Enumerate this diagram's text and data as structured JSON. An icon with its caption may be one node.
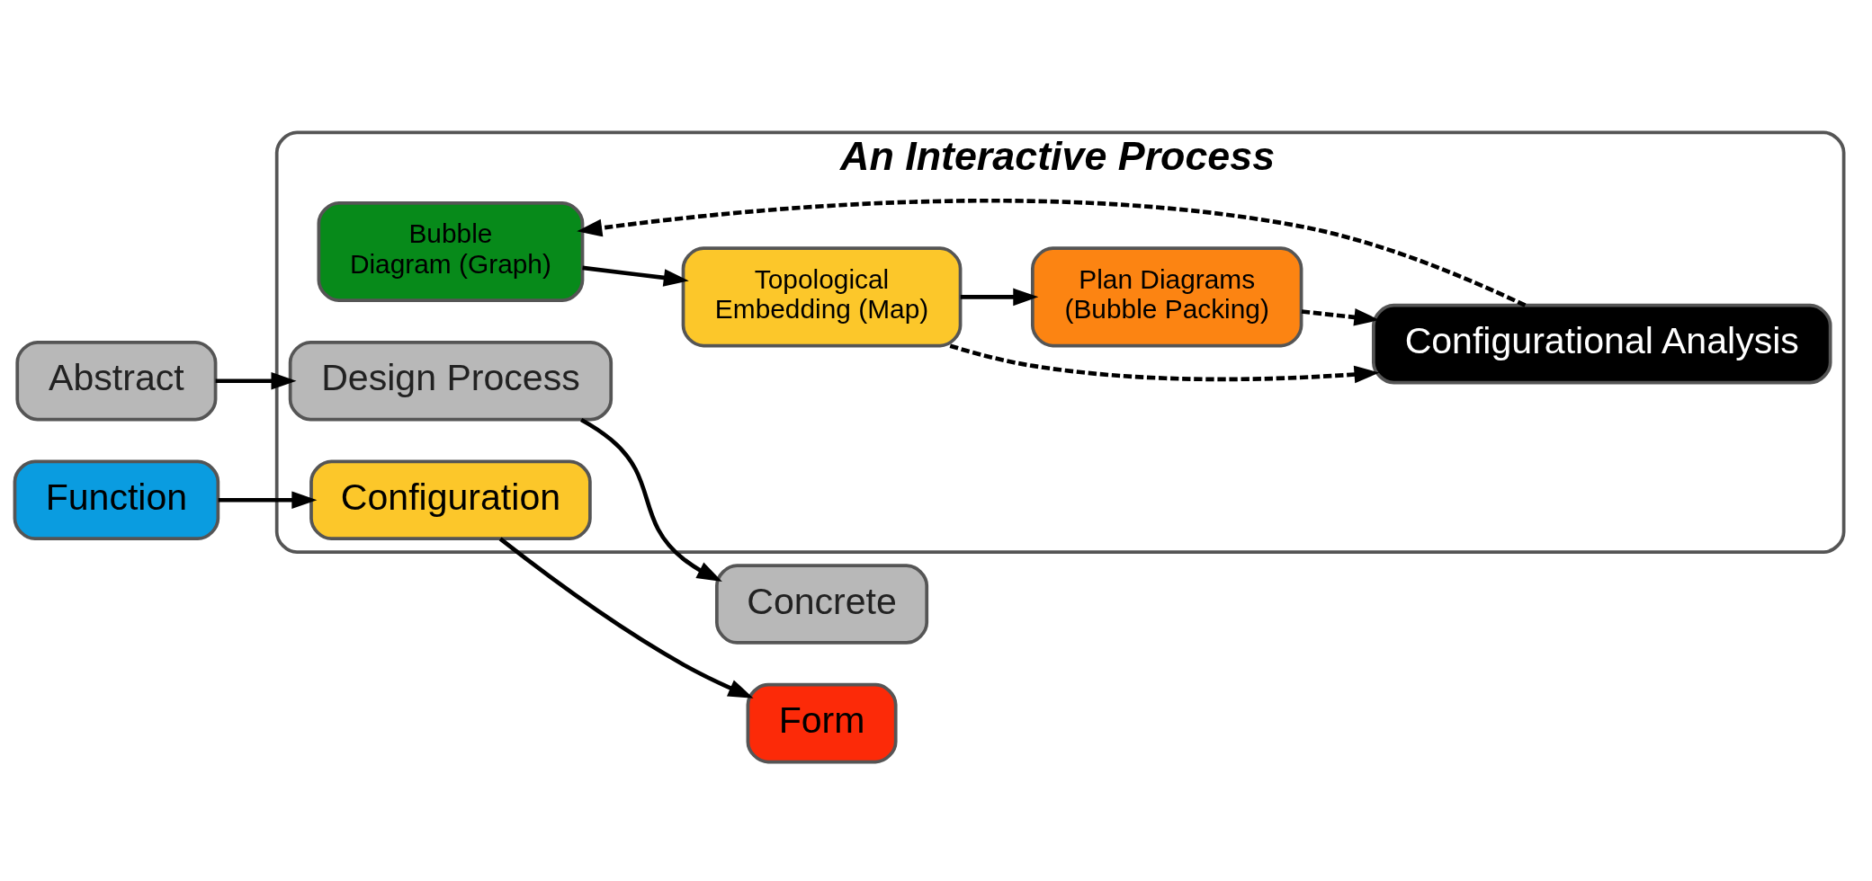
{
  "diagram": {
    "nodes": [
      {
        "text": [
          "An Interactive Process"
        ]
      },
      {
        "text": [
          "Abstract"
        ]
      },
      {
        "text": [
          "Design Process"
        ],
        "in": 0
      },
      {
        "text": [
          "Concrete"
        ]
      },
      {
        "text": [
          "Function"
        ]
      },
      {
        "text": [
          "Configuration"
        ],
        "in": 0
      },
      {
        "text": [
          "Form"
        ]
      },
      {
        "text": [
          "Bubble Diagram (Graph)"
        ],
        "in": 0
      },
      {
        "text": [
          "Topological Embedding (Map)"
        ],
        "in": 0
      },
      {
        "text": [
          "Plan Diagrams (Bubble Packing)"
        ],
        "in": 0
      },
      {
        "text": [
          "Configurational Analysis"
        ],
        "in": 0
      }
    ],
    "edges": [
      {
        "from": 1,
        "to": 2,
        "arrow": "to"
      },
      {
        "from": 2,
        "to": 3,
        "arrow": "to"
      },
      {
        "from": 4,
        "to": 5,
        "arrow": "to"
      },
      {
        "from": 5,
        "to": 6,
        "arrow": "to"
      },
      {
        "from": 7,
        "to": 8,
        "arrow": "to"
      },
      {
        "from": 8,
        "to": 9,
        "arrow": "to"
      },
      {
        "from": 8,
        "to": 10,
        "arrow": "to",
        "style": "dashed"
      },
      {
        "from": 9,
        "to": 10,
        "arrow": "to",
        "style": "dashed"
      },
      {
        "from": 10,
        "to": 7,
        "arrow": "to",
        "style": "dashed"
      }
    ]
  }
}
